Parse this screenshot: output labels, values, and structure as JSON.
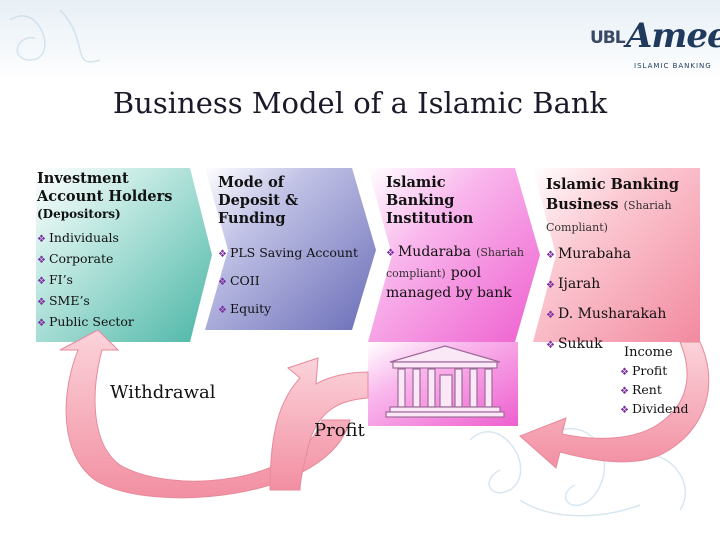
{
  "header": {
    "title": "Business Model of a Islamic Bank"
  },
  "logo": {
    "ubl": "UBL",
    "ameen": "Ameen",
    "tagline": "ISLAMIC BANKING"
  },
  "diagram": {
    "box1": {
      "title": "Investment Account Holders",
      "subtitle": "(Depositors)",
      "items": [
        "Individuals",
        "Corporate",
        "FI’s",
        "SME’s",
        "Public Sector"
      ]
    },
    "box2": {
      "title": "Mode of Deposit & Funding",
      "items": [
        "PLS Saving Account",
        "COII",
        "Equity"
      ]
    },
    "box3": {
      "title": "Islamic Banking Institution",
      "item_main": "Mudaraba",
      "item_note": "(Shariah compliant)",
      "item_rest_1": "pool",
      "item_rest_2": "managed by bank"
    },
    "box4": {
      "title": "Islamic Banking Business",
      "title_note": "(Shariah Compliant)",
      "items": [
        "Murabaha",
        "Ijarah",
        "D. Musharakah",
        "Sukuk"
      ]
    },
    "income": {
      "title": "Income",
      "items": [
        "Profit",
        "Rent",
        "Dividend"
      ]
    },
    "arrows": {
      "withdrawal": "Withdrawal",
      "profit": "Profit"
    },
    "bullet_glyph": "❖",
    "colors": {
      "teal": "#6cc5b8",
      "slate": "#7c7fc2",
      "magenta": "#f27ad6",
      "pink": "#f6a8b6"
    }
  }
}
